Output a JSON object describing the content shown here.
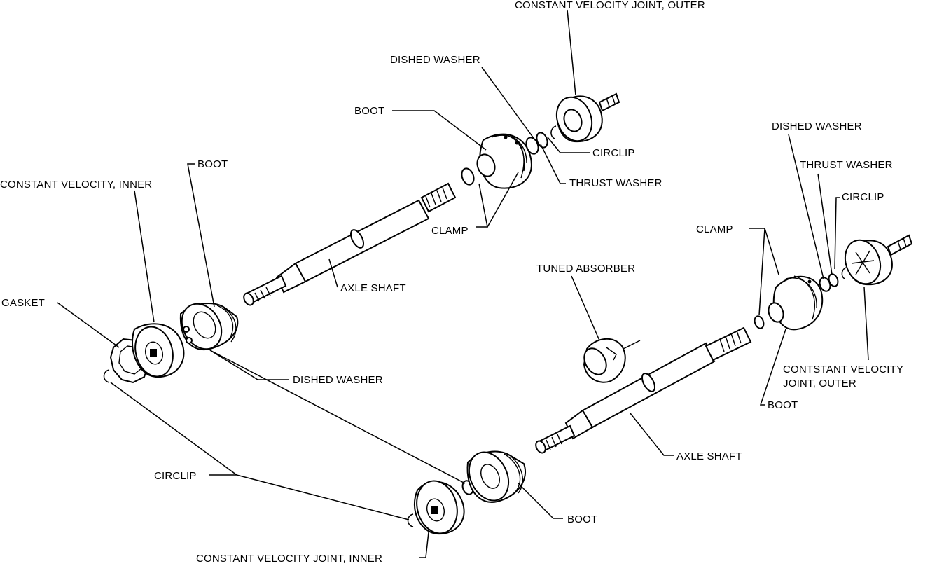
{
  "labels": {
    "cvj_outer_top": "CONSTANT VELOCITY JOINT, OUTER",
    "dished_washer_top": "DISHED WASHER",
    "boot_top": "BOOT",
    "circlip_top": "CIRCLIP",
    "thrust_washer_top": "THRUST WASHER",
    "clamp_top": "CLAMP",
    "boot_left": "BOOT",
    "cv_inner_left": "CONSTANT VELOCITY, INNER",
    "gasket": "GASKET",
    "axle_shaft_top": "AXLE SHAFT",
    "dished_washer_mid": "DISHED WASHER",
    "circlip_left": "CIRCLIP",
    "cvj_inner_bottom": "CONSTANT VELOCITY JOINT, INNER",
    "boot_bottom": "BOOT",
    "axle_shaft_bottom": "AXLE SHAFT",
    "tuned_absorber": "TUNED ABSORBER",
    "dished_washer_right": "DISHED WASHER",
    "thrust_washer_right": "THRUST WASHER",
    "circlip_right": "CIRCLIP",
    "clamp_right": "CLAMP",
    "cvj_outer_right_1": "CONTSTANT VELOCITY",
    "cvj_outer_right_2": "JOINT, OUTER",
    "boot_right": "BOOT"
  }
}
